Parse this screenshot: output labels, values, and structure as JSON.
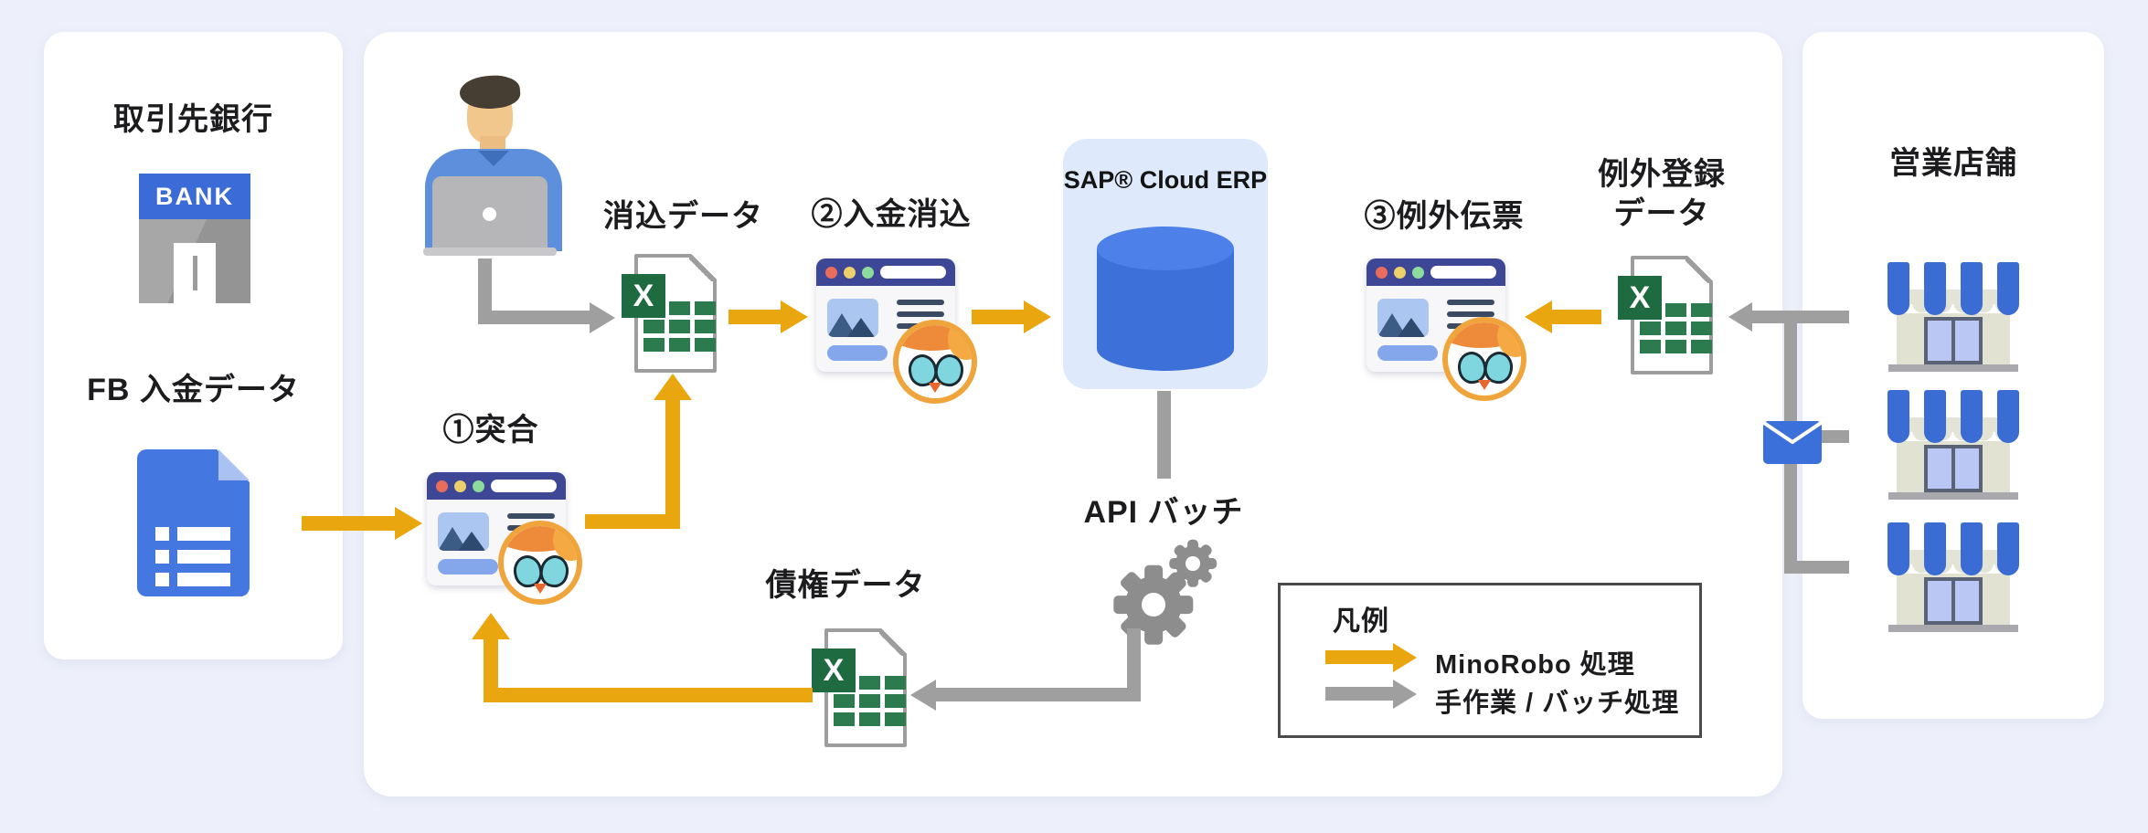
{
  "colors": {
    "background": "#edf0fa",
    "panel": "#ffffff",
    "minorobo_arrow_yellow": "#EAA60F",
    "manual_arrow_gray": "#9F9F9F",
    "sap_box_blue": "#DEEAFC",
    "sap_cylinder_blue": "#3E70DA",
    "excel_green": "#1E6B41",
    "document_blue": "#4478E0",
    "bank_sign_blue": "#3A6BD6",
    "browser_bar_indigo": "#3E4795",
    "store_awning_blue": "#3B6CD4"
  },
  "left_panel": {
    "title": "取引先銀行",
    "bank_sign_text": "BANK",
    "fb_data_label": "FB 入金データ"
  },
  "flow": {
    "step1_label": "①突合",
    "clearing_data_label": "消込データ",
    "step2_label": "②入金消込",
    "sap_label": "SAP® Cloud ERP",
    "step3_label": "③例外伝票",
    "exception_data_line1": "例外登録",
    "exception_data_line2": "データ",
    "api_batch_label": "API バッチ",
    "receivables_data_label": "債権データ"
  },
  "icons": {
    "excel_badge_letter": "X"
  },
  "legend": {
    "title": "凡例",
    "minorobo_label": "MinoRobo 処理",
    "manual_label": "手作業 / バッチ処理"
  },
  "right_panel": {
    "title": "営業店舗"
  }
}
